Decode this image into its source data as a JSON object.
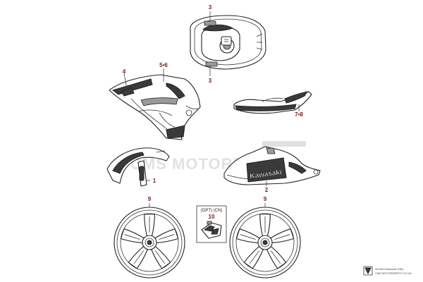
{
  "callouts": {
    "c1": "1",
    "c2": "2",
    "c3_top": "3",
    "c3_bottom": "3",
    "c4": "4",
    "c5_6": "5•6",
    "c7_8": "7•8",
    "c9_left": "9",
    "c9_right": "9",
    "c10": "10"
  },
  "option_box": {
    "label": "(OPT) (CN)"
  },
  "decal_text": "Kawasaki",
  "watermark": "CMS MOTORDEPOT",
  "footer": {
    "line1": "30n/06 Kawasaki (GB)",
    "line2": "CMS MOTORDEPOT.CO.UK"
  },
  "colors": {
    "callout": "#7a1a1a",
    "line": "#222222",
    "decal_fill": "#3a3a3a"
  }
}
